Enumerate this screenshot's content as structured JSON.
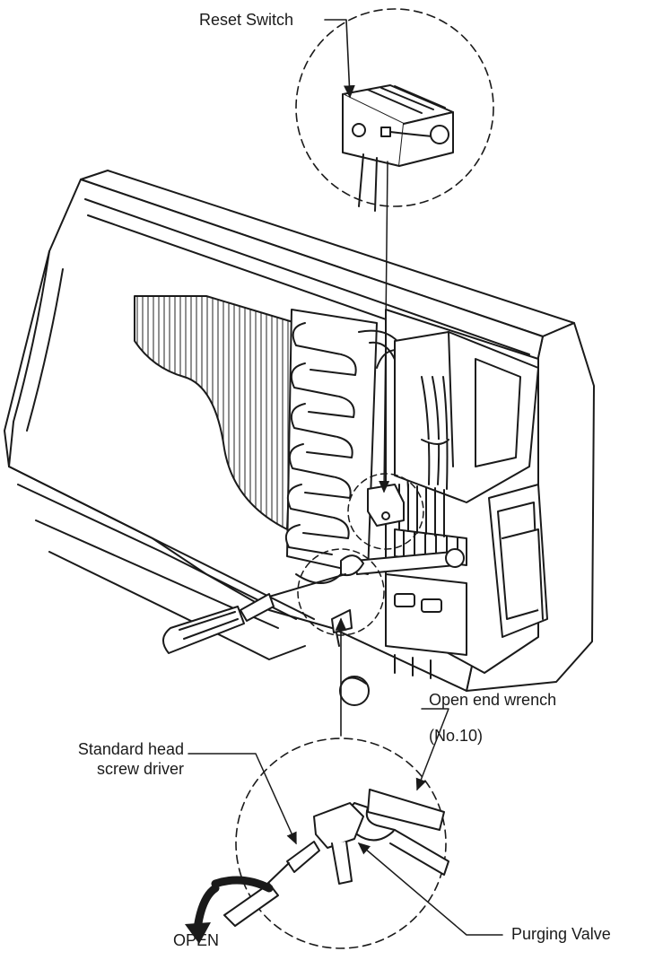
{
  "labels": {
    "reset_switch": "Reset Switch",
    "wrench_1": "Open end wrench",
    "wrench_2": "(No.10)",
    "screwdriver_1": "Standard head",
    "screwdriver_2": "screw driver",
    "open": "OPEN",
    "purging_valve": "Purging Valve"
  },
  "colors": {
    "line": "#1a1a1a",
    "fill": "#ffffff",
    "hatch": "#444444"
  }
}
